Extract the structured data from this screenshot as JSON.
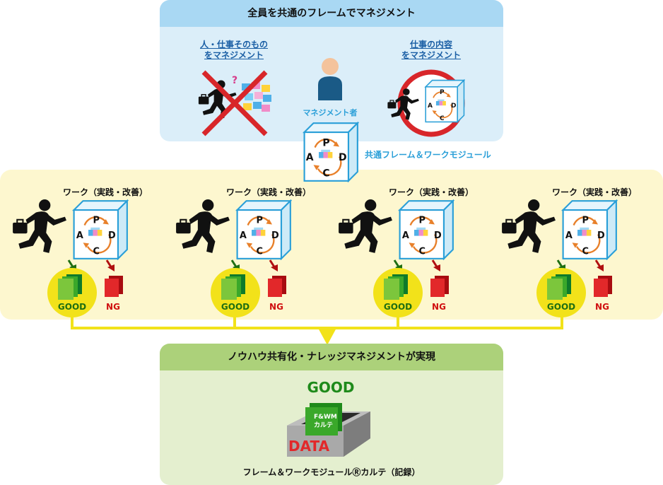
{
  "top": {
    "title": "全員を共通のフレームでマネジメント",
    "left_label_line1": "人・仕事そのもの",
    "left_label_line2": "をマネジメント",
    "right_label_line1": "仕事の内容",
    "right_label_line2": "をマネジメント",
    "manager_label": "マネジメント者",
    "question_mark": "?"
  },
  "common_module_label": "共通フレーム＆ワークモジュール",
  "cube_letters": {
    "p": "P",
    "a": "A",
    "d": "D",
    "c": "C"
  },
  "work_units": [
    {
      "label": "ワーク（実践・改善）",
      "good": "GOOD",
      "ng": "NG"
    },
    {
      "label": "ワーク（実践・改善）",
      "good": "GOOD",
      "ng": "NG"
    },
    {
      "label": "ワーク（実践・改善）",
      "good": "GOOD",
      "ng": "NG"
    },
    {
      "label": "ワーク（実践・改善）",
      "good": "GOOD",
      "ng": "NG"
    }
  ],
  "bottom": {
    "title": "ノウハウ共有化・ナレッジマネジメントが実現",
    "good_heading": "GOOD",
    "card_line1": "F&WM",
    "card_line2": "カルテ",
    "data_label": "DATA",
    "caption": "フレーム＆ワークモジュールⓇカルテ（記録）"
  },
  "colors": {
    "top_bg": "#dbeef9",
    "top_bar": "#a9d8f3",
    "mid_bg": "#fdf7cf",
    "bot_bg": "#e4efcf",
    "bot_bar": "#acd17a",
    "connector": "#f2e21a",
    "good_green": "#1e8a1a",
    "ng_red": "#d01010",
    "cross_red": "#d8262a",
    "cube_blue": "#2a9fd8"
  }
}
